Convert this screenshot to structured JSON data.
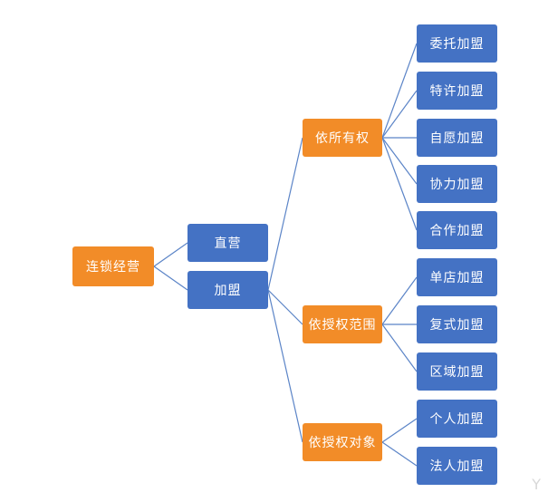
{
  "colors": {
    "orange": "#f28c28",
    "blue": "#4472c4",
    "line": "#5b84c7"
  },
  "root": {
    "label": "连锁经营"
  },
  "level1": {
    "direct": "直营",
    "franchise": "加盟"
  },
  "groups": {
    "ownership": {
      "label": "依所有权",
      "items": [
        "委托加盟",
        "特许加盟",
        "自愿加盟",
        "协力加盟",
        "合作加盟"
      ]
    },
    "scope": {
      "label": "依授权范围",
      "items": [
        "单店加盟",
        "复式加盟",
        "区域加盟"
      ]
    },
    "target": {
      "label": "依授权对象",
      "items": [
        "个人加盟",
        "法人加盟"
      ]
    }
  }
}
